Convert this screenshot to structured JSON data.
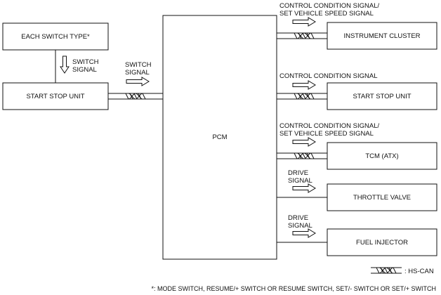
{
  "boxes": {
    "each_switch": "EACH SWITCH TYPE*",
    "start_stop_left": "START STOP UNIT",
    "pcm": "PCM",
    "instrument_cluster": "INSTRUMENT CLUSTER",
    "start_stop_right": "START STOP UNIT",
    "tcm": "TCM (ATX)",
    "throttle_valve": "THROTTLE VALVE",
    "fuel_injector": "FUEL INJECTOR"
  },
  "signals": {
    "switch_signal_vertical": [
      "SWITCH",
      "SIGNAL"
    ],
    "switch_signal_horizontal": [
      "SWITCH",
      "SIGNAL"
    ],
    "instrument_cluster": [
      "CONTROL CONDITION SIGNAL/",
      "SET VEHICLE SPEED SIGNAL"
    ],
    "start_stop_right": "CONTROL CONDITION SIGNAL",
    "tcm": [
      "CONTROL CONDITION SIGNAL/",
      "SET VEHICLE SPEED SIGNAL"
    ],
    "throttle_valve": [
      "DRIVE",
      "SIGNAL"
    ],
    "fuel_injector": [
      "DRIVE",
      "SIGNAL"
    ]
  },
  "legend": {
    "hs_can_label": ": HS-CAN"
  },
  "footnote": "*: MODE SWITCH, RESUME/+ SWITCH OR RESUME SWITCH, SET/- SWITCH OR SET/+ SWITCH"
}
